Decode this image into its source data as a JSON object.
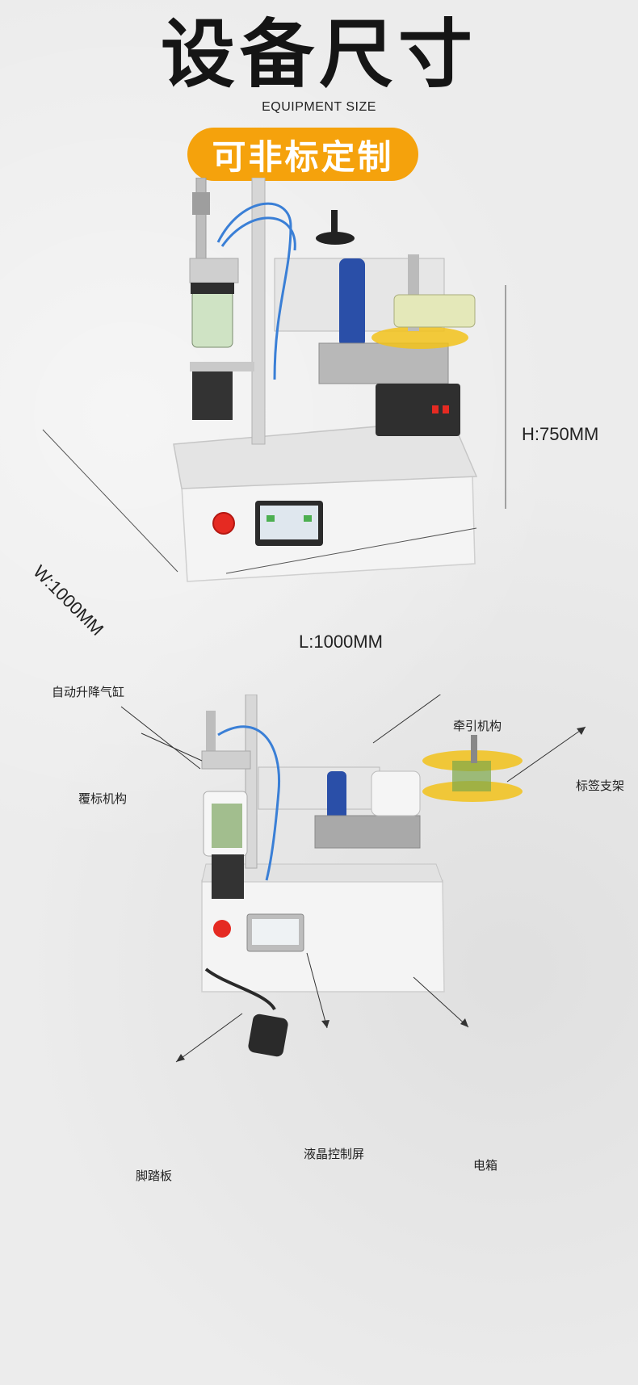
{
  "header": {
    "title": "设备尺寸",
    "subtitle": "EQUIPMENT SIZE",
    "badge": "可非标定制"
  },
  "dimensions": {
    "height": "H:750MM",
    "width": "W:1000MM",
    "length": "L:1000MM"
  },
  "callouts": {
    "lift_cylinder": "自动升降气缸",
    "labeling_mechanism": "覆标机构",
    "traction_mechanism": "牵引机构",
    "label_bracket": "标签支架",
    "foot_pedal": "脚踏板",
    "lcd_screen": "液晶控制屏",
    "electric_box": "电箱"
  },
  "colors": {
    "badge": "#f5a20c",
    "background": "#ececec",
    "label_roll": "#f2c21a",
    "roller": "#2a4fa8",
    "cable": "#3a7fd6",
    "stop_button": "#e52a22"
  }
}
